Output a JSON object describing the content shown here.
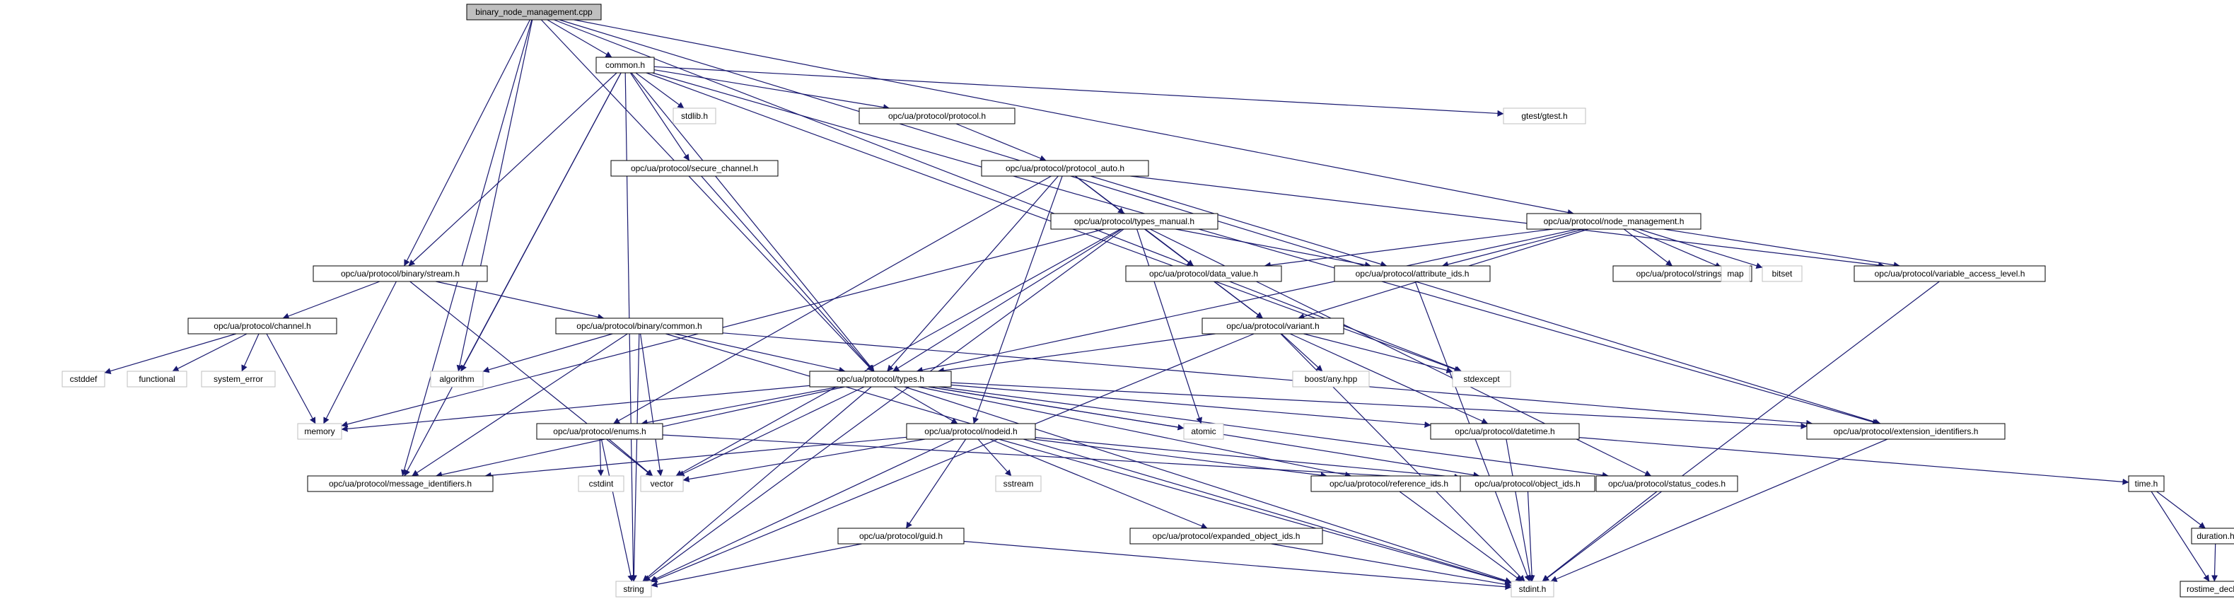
{
  "colors": {
    "edge": "#191970",
    "node_border": "#000000",
    "node_border_external": "#bfbfbf",
    "node_fill": "#ffffff",
    "node_fill_root": "#bfbfbf",
    "node_text": "#000000"
  },
  "nodes": [
    {
      "id": "binary_node_management",
      "label": "binary_node_management.cpp",
      "kind": "root"
    },
    {
      "id": "common",
      "label": "common.h",
      "kind": "header"
    },
    {
      "id": "stdlib",
      "label": "stdlib.h",
      "kind": "external"
    },
    {
      "id": "protocol",
      "label": "opc/ua/protocol/protocol.h",
      "kind": "header"
    },
    {
      "id": "gtest",
      "label": "gtest/gtest.h",
      "kind": "external"
    },
    {
      "id": "secure_channel",
      "label": "opc/ua/protocol/secure_channel.h",
      "kind": "header"
    },
    {
      "id": "protocol_auto",
      "label": "opc/ua/protocol/protocol_auto.h",
      "kind": "header"
    },
    {
      "id": "types_manual",
      "label": "opc/ua/protocol/types_manual.h",
      "kind": "header"
    },
    {
      "id": "node_management",
      "label": "opc/ua/protocol/node_management.h",
      "kind": "header"
    },
    {
      "id": "binary_stream",
      "label": "opc/ua/protocol/binary/stream.h",
      "kind": "header"
    },
    {
      "id": "data_value",
      "label": "opc/ua/protocol/data_value.h",
      "kind": "header"
    },
    {
      "id": "attribute_ids",
      "label": "opc/ua/protocol/attribute_ids.h",
      "kind": "header"
    },
    {
      "id": "strings",
      "label": "opc/ua/protocol/strings.h",
      "kind": "header"
    },
    {
      "id": "map",
      "label": "map",
      "kind": "external"
    },
    {
      "id": "bitset",
      "label": "bitset",
      "kind": "external"
    },
    {
      "id": "variable_access_level",
      "label": "opc/ua/protocol/variable_access_level.h",
      "kind": "header"
    },
    {
      "id": "channel",
      "label": "opc/ua/protocol/channel.h",
      "kind": "header"
    },
    {
      "id": "binary_common",
      "label": "opc/ua/protocol/binary/common.h",
      "kind": "header"
    },
    {
      "id": "variant",
      "label": "opc/ua/protocol/variant.h",
      "kind": "header"
    },
    {
      "id": "cstddef",
      "label": "cstddef",
      "kind": "external"
    },
    {
      "id": "functional",
      "label": "functional",
      "kind": "external"
    },
    {
      "id": "system_error",
      "label": "system_error",
      "kind": "external"
    },
    {
      "id": "algorithm",
      "label": "algorithm",
      "kind": "external"
    },
    {
      "id": "boost_any",
      "label": "boost/any.hpp",
      "kind": "external"
    },
    {
      "id": "stdexcept",
      "label": "stdexcept",
      "kind": "external"
    },
    {
      "id": "types",
      "label": "opc/ua/protocol/types.h",
      "kind": "header"
    },
    {
      "id": "memory",
      "label": "memory",
      "kind": "external"
    },
    {
      "id": "enums",
      "label": "opc/ua/protocol/enums.h",
      "kind": "header"
    },
    {
      "id": "nodeid",
      "label": "opc/ua/protocol/nodeid.h",
      "kind": "header"
    },
    {
      "id": "atomic",
      "label": "atomic",
      "kind": "external"
    },
    {
      "id": "datetime",
      "label": "opc/ua/protocol/datetime.h",
      "kind": "header"
    },
    {
      "id": "extension_identifiers",
      "label": "opc/ua/protocol/extension_identifiers.h",
      "kind": "header"
    },
    {
      "id": "message_identifiers",
      "label": "opc/ua/protocol/message_identifiers.h",
      "kind": "header"
    },
    {
      "id": "cstdint",
      "label": "cstdint",
      "kind": "external"
    },
    {
      "id": "vector",
      "label": "vector",
      "kind": "external"
    },
    {
      "id": "sstream",
      "label": "sstream",
      "kind": "external"
    },
    {
      "id": "reference_ids",
      "label": "opc/ua/protocol/reference_ids.h",
      "kind": "header"
    },
    {
      "id": "object_ids",
      "label": "opc/ua/protocol/object_ids.h",
      "kind": "header"
    },
    {
      "id": "status_codes",
      "label": "opc/ua/protocol/status_codes.h",
      "kind": "header"
    },
    {
      "id": "time",
      "label": "time.h",
      "kind": "header"
    },
    {
      "id": "guid",
      "label": "opc/ua/protocol/guid.h",
      "kind": "header"
    },
    {
      "id": "expanded_object_ids",
      "label": "opc/ua/protocol/expanded_object_ids.h",
      "kind": "header"
    },
    {
      "id": "duration",
      "label": "duration.h",
      "kind": "header"
    },
    {
      "id": "string",
      "label": "string",
      "kind": "external"
    },
    {
      "id": "stdint",
      "label": "stdint.h",
      "kind": "external"
    },
    {
      "id": "rostime_decl",
      "label": "rostime_decl.h",
      "kind": "header"
    }
  ],
  "edges": [
    [
      "binary_node_management",
      "common"
    ],
    [
      "binary_node_management",
      "binary_stream"
    ],
    [
      "binary_node_management",
      "algorithm"
    ],
    [
      "binary_node_management",
      "types"
    ],
    [
      "binary_node_management",
      "node_management"
    ],
    [
      "binary_node_management",
      "message_identifiers"
    ],
    [
      "binary_node_management",
      "extension_identifiers"
    ],
    [
      "binary_node_management",
      "stdexcept"
    ],
    [
      "common",
      "stdlib"
    ],
    [
      "common",
      "protocol"
    ],
    [
      "common",
      "gtest"
    ],
    [
      "common",
      "secure_channel"
    ],
    [
      "common",
      "binary_stream"
    ],
    [
      "common",
      "types"
    ],
    [
      "common",
      "algorithm"
    ],
    [
      "common",
      "stdexcept"
    ],
    [
      "common",
      "string"
    ],
    [
      "common",
      "message_identifiers"
    ],
    [
      "common",
      "extension_identifiers"
    ],
    [
      "protocol",
      "protocol_auto"
    ],
    [
      "secure_channel",
      "types"
    ],
    [
      "protocol_auto",
      "types_manual"
    ],
    [
      "protocol_auto",
      "data_value"
    ],
    [
      "protocol_auto",
      "attribute_ids"
    ],
    [
      "protocol_auto",
      "variant"
    ],
    [
      "protocol_auto",
      "variable_access_level"
    ],
    [
      "protocol_auto",
      "types"
    ],
    [
      "protocol_auto",
      "nodeid"
    ],
    [
      "protocol_auto",
      "enums"
    ],
    [
      "types_manual",
      "data_value"
    ],
    [
      "types_manual",
      "attribute_ids"
    ],
    [
      "types_manual",
      "variant"
    ],
    [
      "types_manual",
      "types"
    ],
    [
      "types_manual",
      "memory"
    ],
    [
      "types_manual",
      "vector"
    ],
    [
      "types_manual",
      "string"
    ],
    [
      "types_manual",
      "atomic"
    ],
    [
      "types_manual",
      "status_codes"
    ],
    [
      "node_management",
      "data_value"
    ],
    [
      "node_management",
      "attribute_ids"
    ],
    [
      "node_management",
      "strings"
    ],
    [
      "node_management",
      "map"
    ],
    [
      "node_management",
      "bitset"
    ],
    [
      "node_management",
      "variable_access_level"
    ],
    [
      "node_management",
      "variant"
    ],
    [
      "node_management",
      "types"
    ],
    [
      "binary_stream",
      "channel"
    ],
    [
      "binary_stream",
      "binary_common"
    ],
    [
      "binary_stream",
      "memory"
    ],
    [
      "binary_stream",
      "vector"
    ],
    [
      "data_value",
      "variant"
    ],
    [
      "attribute_ids",
      "stdint"
    ],
    [
      "variable_access_level",
      "stdint"
    ],
    [
      "channel",
      "cstddef"
    ],
    [
      "channel",
      "functional"
    ],
    [
      "channel",
      "system_error"
    ],
    [
      "channel",
      "memory"
    ],
    [
      "binary_common",
      "types"
    ],
    [
      "binary_common",
      "algorithm"
    ],
    [
      "binary_common",
      "vector"
    ],
    [
      "binary_common",
      "string"
    ],
    [
      "binary_common",
      "stdint"
    ],
    [
      "binary_common",
      "extension_identifiers"
    ],
    [
      "binary_common",
      "message_identifiers"
    ],
    [
      "variant",
      "types"
    ],
    [
      "variant",
      "boost_any"
    ],
    [
      "variant",
      "stdexcept"
    ],
    [
      "variant",
      "datetime"
    ],
    [
      "variant",
      "string"
    ],
    [
      "variant",
      "stdint"
    ],
    [
      "types",
      "memory"
    ],
    [
      "types",
      "enums"
    ],
    [
      "types",
      "nodeid"
    ],
    [
      "types",
      "atomic"
    ],
    [
      "types",
      "datetime"
    ],
    [
      "types",
      "extension_identifiers"
    ],
    [
      "types",
      "message_identifiers"
    ],
    [
      "types",
      "vector"
    ],
    [
      "types",
      "string"
    ],
    [
      "types",
      "stdint"
    ],
    [
      "types",
      "reference_ids"
    ],
    [
      "types",
      "object_ids"
    ],
    [
      "types",
      "status_codes"
    ],
    [
      "enums",
      "cstdint"
    ],
    [
      "enums",
      "vector"
    ],
    [
      "enums",
      "string"
    ],
    [
      "enums",
      "object_ids"
    ],
    [
      "nodeid",
      "message_identifiers"
    ],
    [
      "nodeid",
      "vector"
    ],
    [
      "nodeid",
      "sstream"
    ],
    [
      "nodeid",
      "guid"
    ],
    [
      "nodeid",
      "expanded_object_ids"
    ],
    [
      "nodeid",
      "reference_ids"
    ],
    [
      "nodeid",
      "object_ids"
    ],
    [
      "nodeid",
      "string"
    ],
    [
      "nodeid",
      "stdint"
    ],
    [
      "datetime",
      "stdint"
    ],
    [
      "datetime",
      "time"
    ],
    [
      "extension_identifiers",
      "stdint"
    ],
    [
      "reference_ids",
      "stdint"
    ],
    [
      "object_ids",
      "stdint"
    ],
    [
      "status_codes",
      "stdint"
    ],
    [
      "guid",
      "string"
    ],
    [
      "guid",
      "stdint"
    ],
    [
      "expanded_object_ids",
      "stdint"
    ],
    [
      "time",
      "duration"
    ],
    [
      "time",
      "rostime_decl"
    ],
    [
      "duration",
      "rostime_decl"
    ]
  ]
}
